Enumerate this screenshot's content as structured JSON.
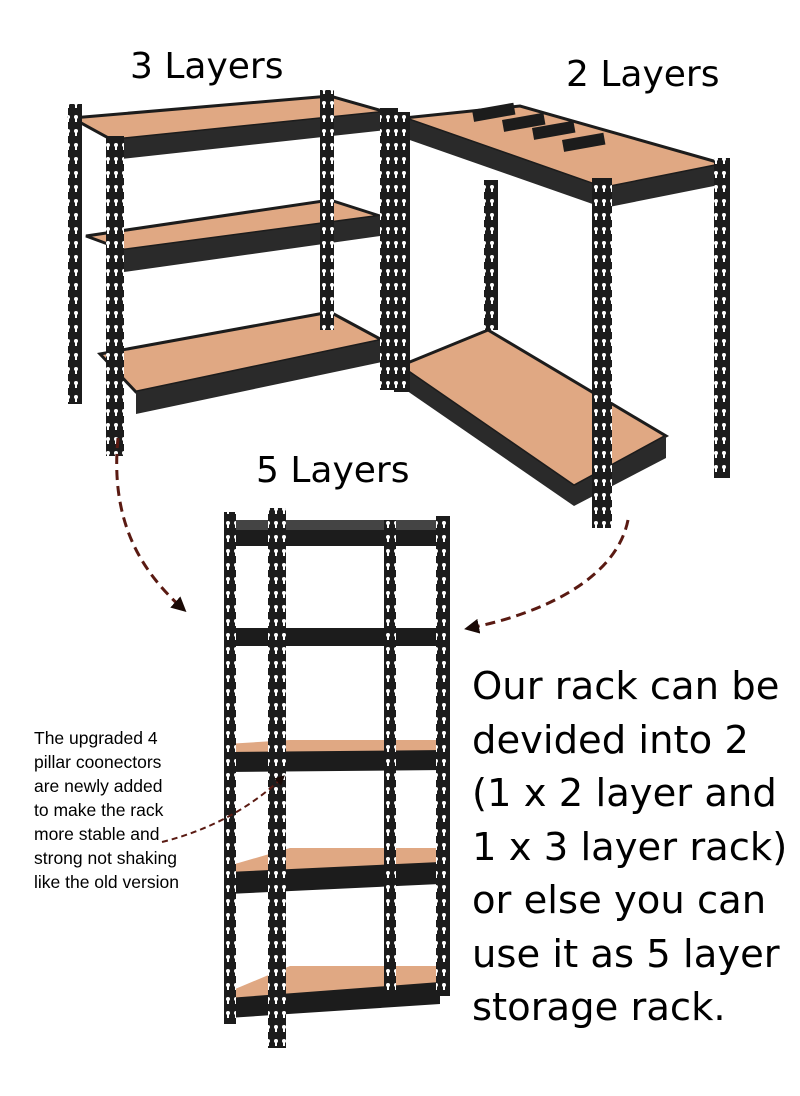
{
  "labels": {
    "three_layers": "3 Layers",
    "two_layers": "2 Layers",
    "five_layers": "5 Layers"
  },
  "note": {
    "lines": [
      "The upgraded 4",
      "pillar coonectors",
      "are newly added",
      "to make the rack",
      "more stable and",
      "strong not shaking",
      "like the old version"
    ]
  },
  "description": {
    "lines": [
      "Our rack can be",
      "devided into 2",
      "(1 x 2 layer and",
      "1 x 3 layer rack)",
      "or else you can",
      "use it as 5 layer",
      "storage rack."
    ]
  },
  "colors": {
    "frame": "#1c1c1c",
    "board": "#e0a883",
    "board_edge": "#c98a62",
    "arrow": "#5a1a12",
    "background": "#ffffff"
  }
}
